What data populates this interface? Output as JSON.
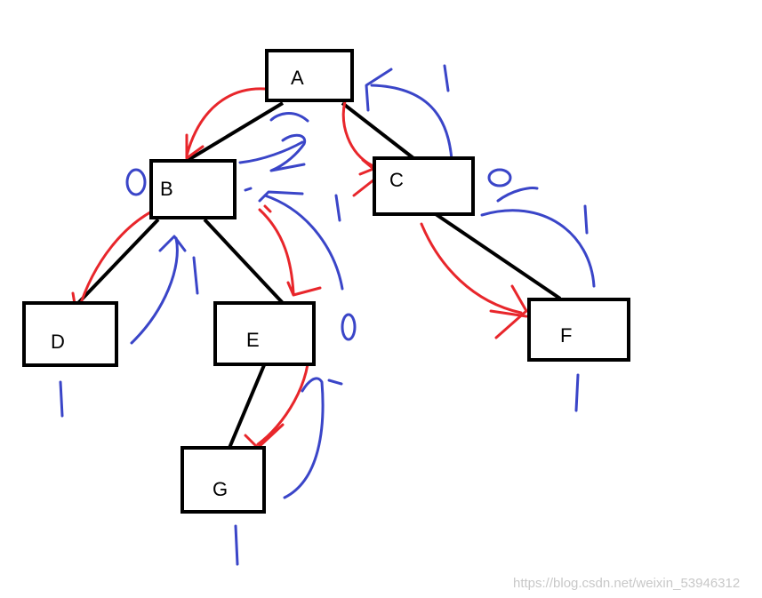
{
  "nodes": {
    "A": "A",
    "B": "B",
    "C": "C",
    "D": "D",
    "E": "E",
    "F": "F",
    "G": "G"
  },
  "watermark": "https://blog.csdn.net/weixin_53946312",
  "colors": {
    "red_annotation": "#e8262b",
    "blue_annotation": "#3a45c8",
    "node_stroke": "#000000"
  }
}
